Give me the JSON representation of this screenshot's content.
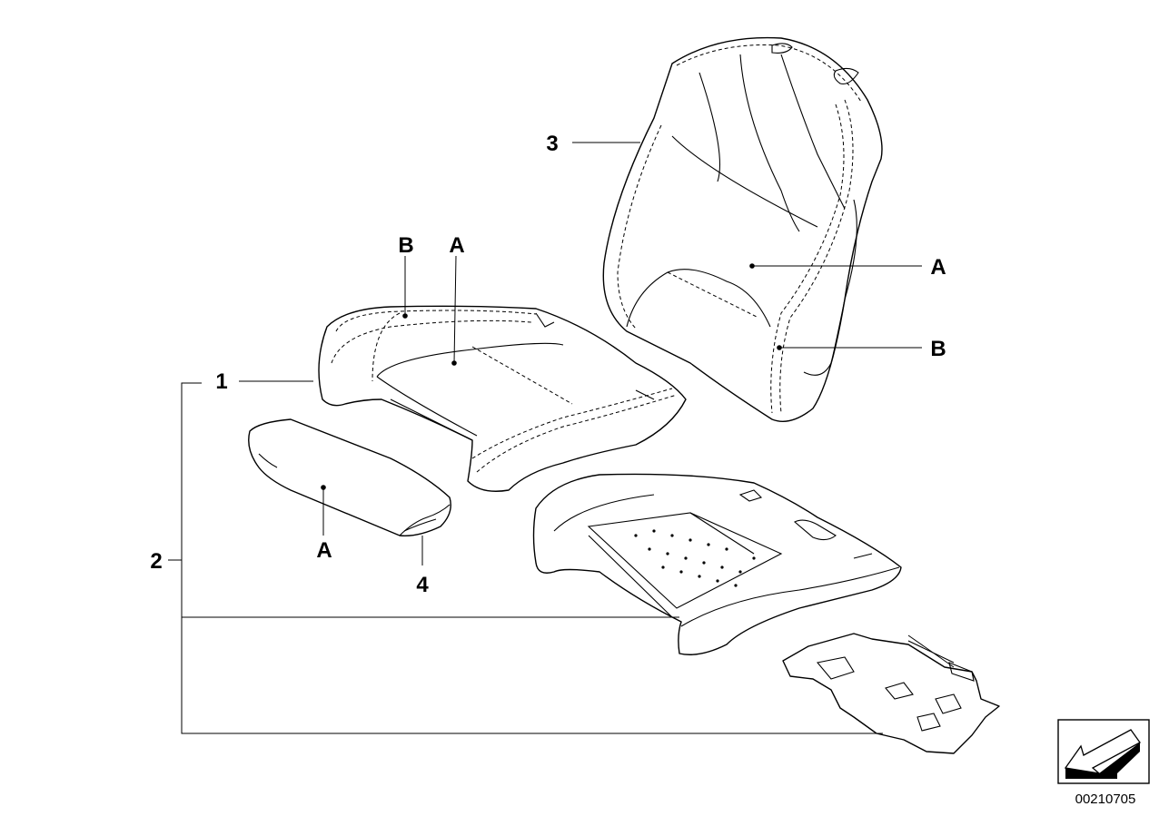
{
  "callouts": {
    "cushion_cover": "1",
    "seat_upholstery": "2",
    "backrest_cover": "3",
    "thigh_support_cover": "4"
  },
  "markers": {
    "seat_b": "B",
    "seat_a": "A",
    "back_a": "A",
    "back_b": "B",
    "thigh_a": "A"
  },
  "reference_number": "00210705",
  "colors": {
    "line": "#000000",
    "background": "#ffffff"
  }
}
